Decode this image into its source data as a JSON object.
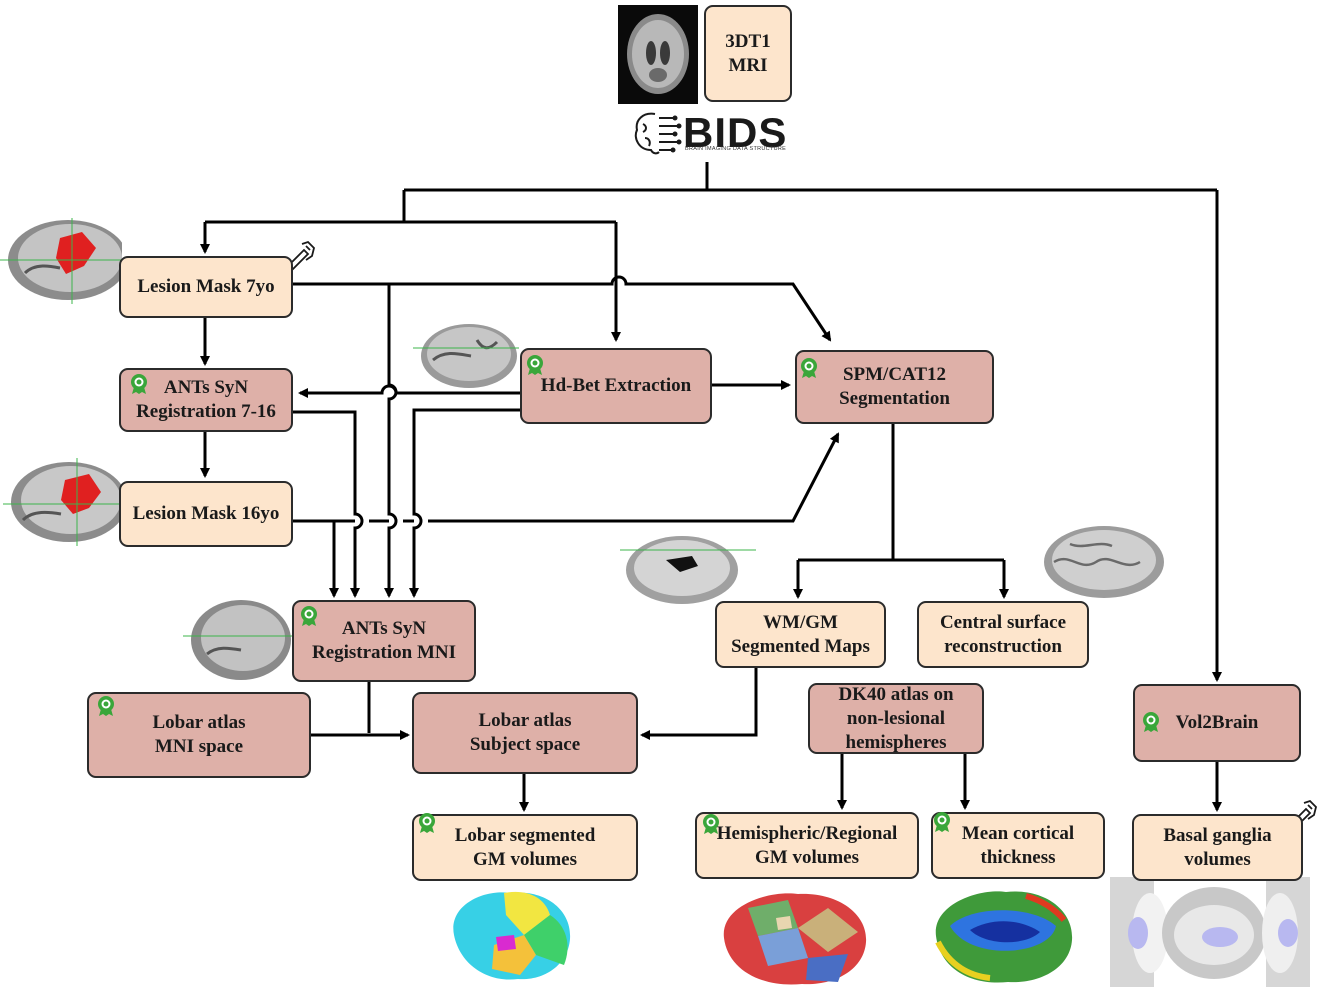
{
  "input": {
    "line1": "3DT1",
    "line2": "MRI"
  },
  "bids": {
    "logo": "BIDS",
    "subtitle": "BRAIN IMAGING DATA STRUCTURE"
  },
  "nodes": {
    "lesion_mask_7yo": "Lesion Mask 7yo",
    "ants_reg_7_16": {
      "line1": "ANTs SyN",
      "line2": "Registration 7-16"
    },
    "lesion_mask_16yo": "Lesion Mask 16yo",
    "hd_bet": "Hd-Bet Extraction",
    "spm_cat12": {
      "line1": "SPM/CAT12",
      "line2": "Segmentation"
    },
    "ants_reg_mni": {
      "line1": "ANTs SyN",
      "line2": "Registration MNI"
    },
    "lobar_atlas_mni": {
      "line1": "Lobar atlas",
      "line2": "MNI space"
    },
    "lobar_atlas_subject": {
      "line1": "Lobar atlas",
      "line2": "Subject space"
    },
    "wm_gm_maps": {
      "line1": "WM/GM",
      "line2": "Segmented Maps"
    },
    "central_surface": {
      "line1": "Central surface",
      "line2": "reconstruction"
    },
    "dk40_atlas": {
      "line1": "DK40 atlas on",
      "line2": "non-lesional",
      "line3": "hemispheres"
    },
    "vol2brain": "Vol2Brain",
    "lobar_gm_volumes": {
      "line1": "Lobar segmented",
      "line2": "GM volumes"
    },
    "hemispheric_gm_volumes": {
      "line1": "Hemispheric/Regional",
      "line2": "GM volumes"
    },
    "mean_cortical_thickness": {
      "line1": "Mean cortical",
      "line2": "thickness"
    },
    "basal_ganglia_volumes": {
      "line1": "Basal ganglia",
      "line2": "volumes"
    }
  },
  "colors": {
    "peach": "#fde5cc",
    "rose": "#deb0a8",
    "badge_green": "#3aa63a",
    "lesion_red": "#e02020"
  },
  "icons": [
    "brain-mri-axial-icon",
    "bids-brain-circuit-icon",
    "manual-edit-hand-icon",
    "automated-tool-badge-icon"
  ]
}
